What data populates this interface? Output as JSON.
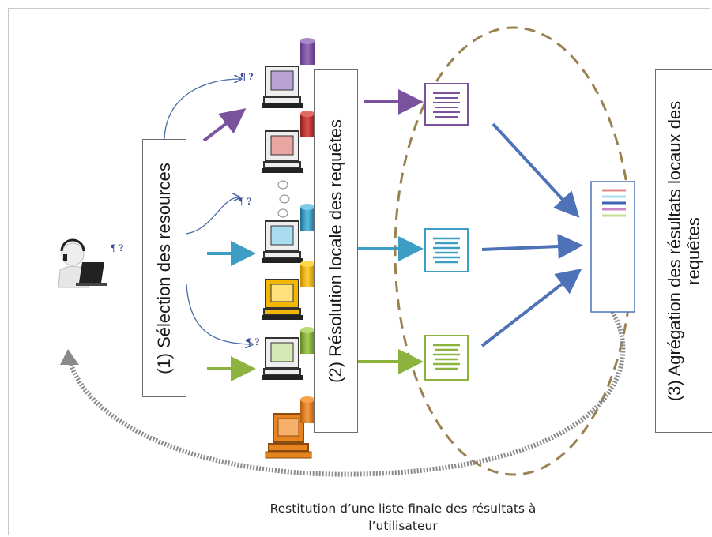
{
  "steps": {
    "selection": "(1) Sélection des resources",
    "resolution": "(2) Résolution locale des requêtes",
    "aggregation_line1": "(3) Agrégation des résultats locaux des",
    "aggregation_line2": "requêtes"
  },
  "query_mark": "¶ ?",
  "caption": {
    "line1": "Restitution d’une liste finale des résultats à",
    "line2": "l’utilisateur"
  },
  "colors": {
    "purple": "#7b529c",
    "red": "#c0392b",
    "blue": "#3d9dc3",
    "yellow": "#f2b705",
    "green": "#8cb33d",
    "orange": "#e8841f",
    "arrow_blue": "#4d72b8",
    "ellipse": "#9b8150"
  }
}
